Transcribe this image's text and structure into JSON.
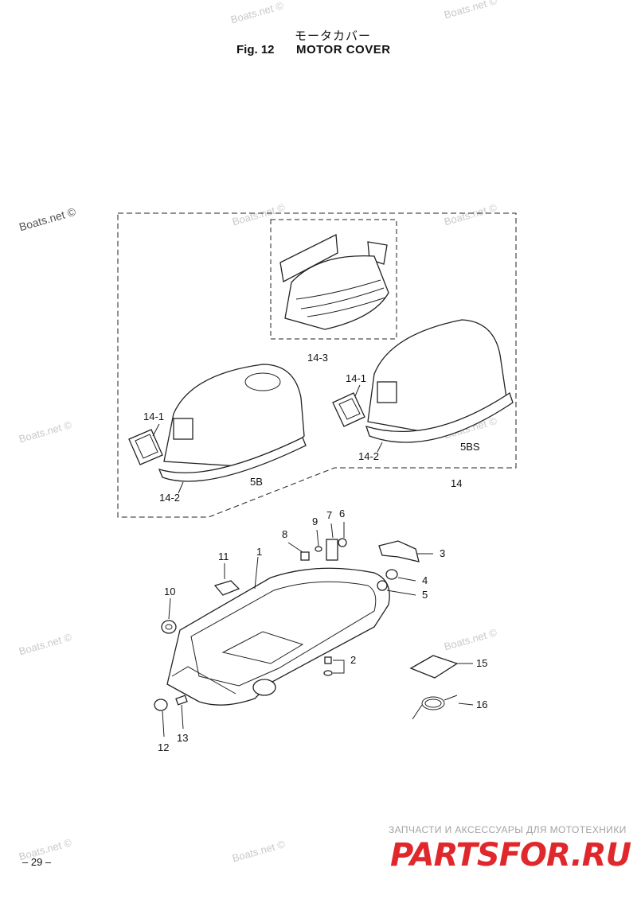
{
  "header": {
    "title_jp": "モータカバー",
    "fig_number": "Fig. 12",
    "fig_title": "MOTOR COVER"
  },
  "watermark": "Boats.net ©",
  "page_number": "– 29 –",
  "brand": {
    "tagline": "ЗАПЧАСТИ И АКСЕССУАРЫ ДЛЯ МОТОТЕХНИКИ",
    "logo_text": "PARTSFOR.RU",
    "logo_color": "#e0282c"
  },
  "callouts": {
    "c14_3": "14-3",
    "c14_1a": "14-1",
    "c14_1b": "14-1",
    "c14_2a": "14-2",
    "c14_2b": "14-2",
    "c5B": "5B",
    "c5BS": "5BS",
    "c14": "14",
    "c1": "1",
    "c2": "2",
    "c3": "3",
    "c4": "4",
    "c5": "5",
    "c6": "6",
    "c7": "7",
    "c8": "8",
    "c9": "9",
    "c10": "10",
    "c11": "11",
    "c12": "12",
    "c13": "13",
    "c15": "15",
    "c16": "16"
  }
}
